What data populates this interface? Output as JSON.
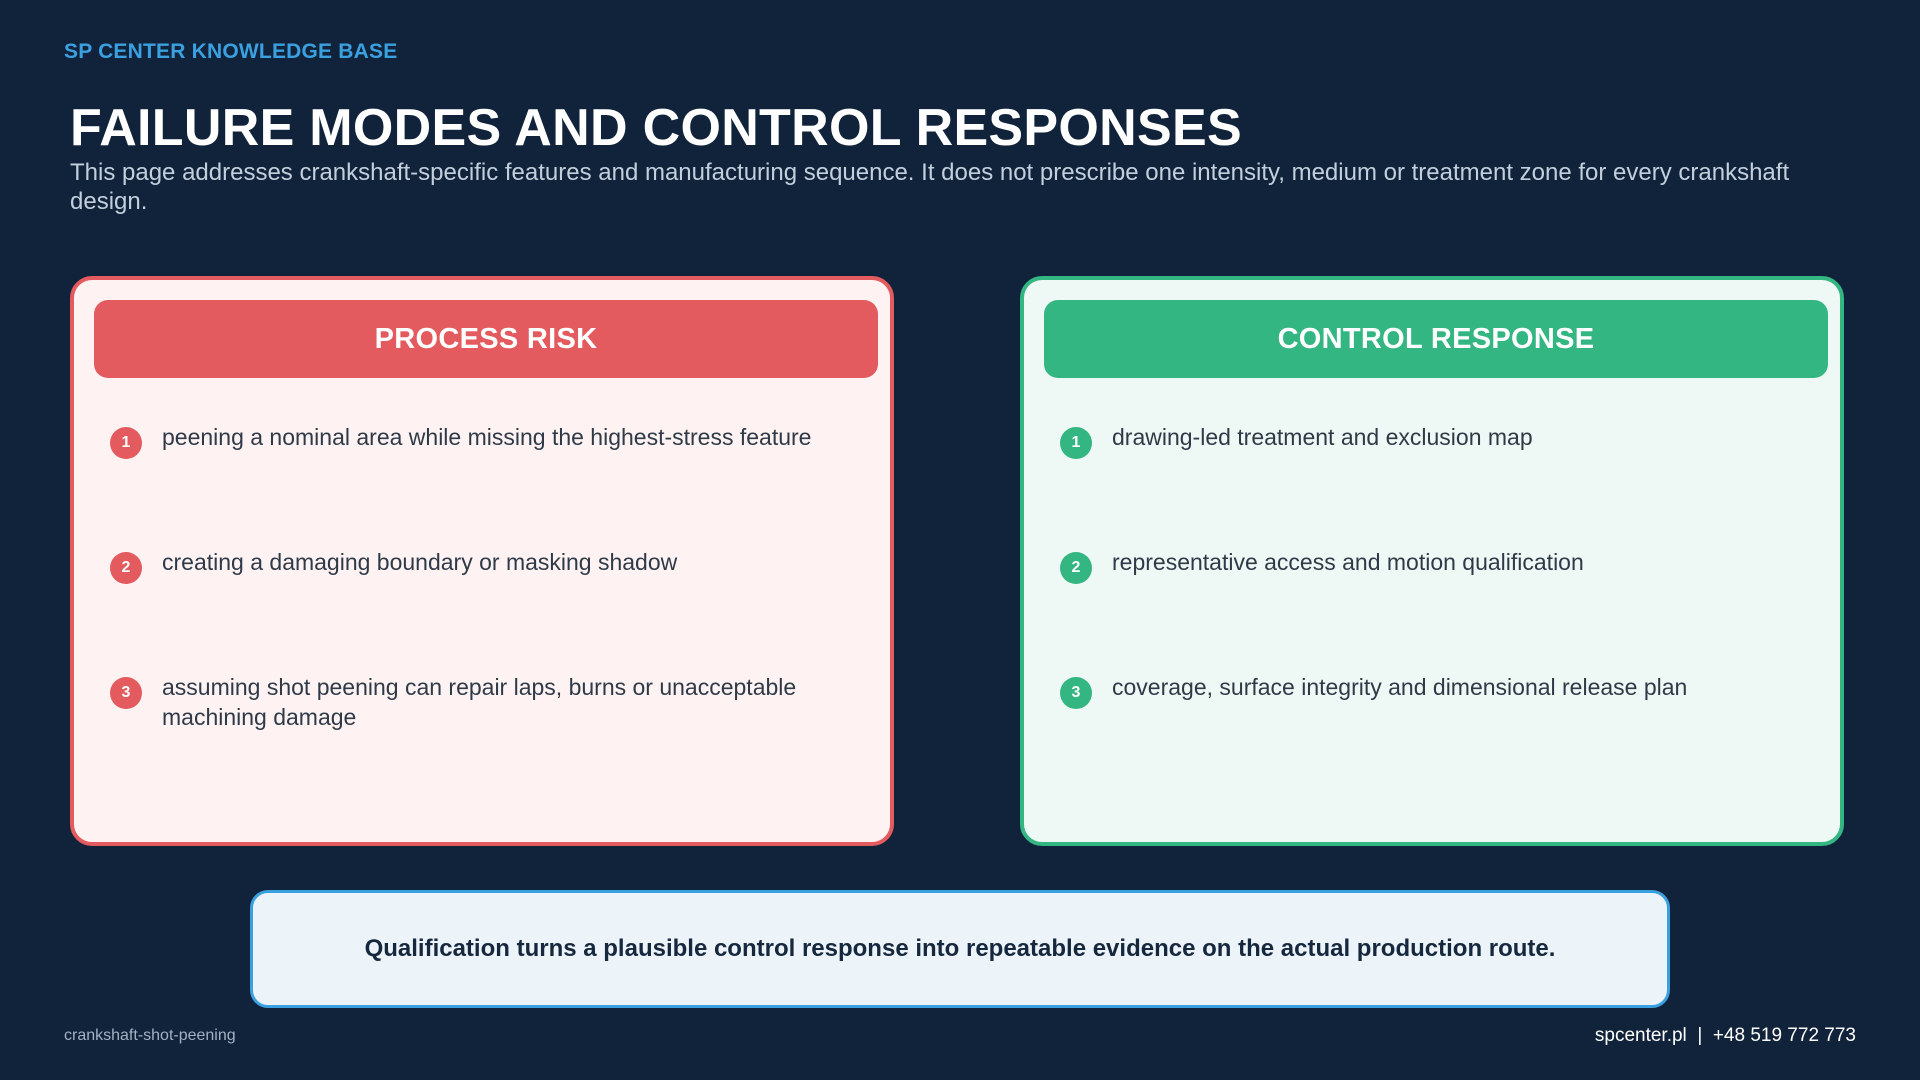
{
  "header": {
    "kb_label": "SP CENTER KNOWLEDGE BASE",
    "title": "FAILURE MODES AND CONTROL RESPONSES",
    "subtitle": "This page addresses crankshaft-specific features and manufacturing sequence. It does not prescribe one intensity, medium or treatment zone for every crankshaft design."
  },
  "risk_panel": {
    "heading": "PROCESS RISK",
    "items": [
      {
        "num": "1",
        "text": "peening a nominal area while missing the highest-stress feature"
      },
      {
        "num": "2",
        "text": "creating a damaging boundary or masking shadow"
      },
      {
        "num": "3",
        "text": "assuming shot peening can repair laps, burns or unacceptable machining damage"
      }
    ]
  },
  "control_panel": {
    "heading": "CONTROL RESPONSE",
    "items": [
      {
        "num": "1",
        "text": "drawing-led treatment and exclusion map"
      },
      {
        "num": "2",
        "text": "representative access and motion qualification"
      },
      {
        "num": "3",
        "text": "coverage, surface integrity and dimensional release plan"
      }
    ]
  },
  "callout": {
    "text": "Qualification turns a plausible control response into repeatable evidence on the actual production route."
  },
  "footer": {
    "slug": "crankshaft-shot-peening",
    "contact": "spcenter.pl  |  +48 519 772 773"
  },
  "colors": {
    "background": "#10233a",
    "accent_blue": "#3aa0e0",
    "risk_red": "#e35b5e",
    "control_green": "#33b681"
  }
}
